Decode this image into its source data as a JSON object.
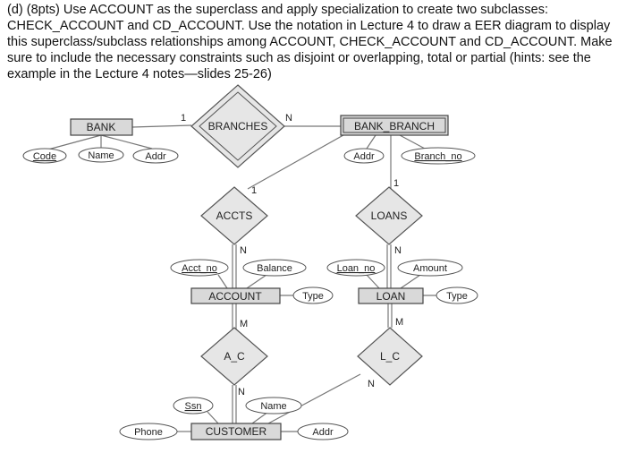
{
  "question": {
    "lines": [
      "(d) (8pts) Use ACCOUNT as the superclass and apply specialization to create two subclasses:",
      "CHECK_ACCOUNT  and CD_ACCOUNT. Use the notation in Lecture 4 to draw a EER diagram to display",
      "this superclass/subclass relationships among ACCOUNT, CHECK_ACCOUNT and CD_ACCOUNT. Make",
      "sure to include the necessary constraints such as disjoint or overlapping, total or partial (hints: see the",
      "example in the Lecture 4 notes—slides 25-26)"
    ]
  },
  "diagram": {
    "entities": {
      "bank": "BANK",
      "bank_branch": "BANK_BRANCH",
      "account": "ACCOUNT",
      "loan": "LOAN",
      "customer": "CUSTOMER"
    },
    "relationships": {
      "branches": "BRANCHES",
      "accts": "ACCTS",
      "loans": "LOANS",
      "a_c": "A_C",
      "l_c": "L_C"
    },
    "attributes": {
      "bank_code": "Code",
      "bank_name": "Name",
      "bank_addr": "Addr",
      "branch_addr": "Addr",
      "branch_no": "Branch_no",
      "acct_no": "Acct_no",
      "balance": "Balance",
      "account_type": "Type",
      "loan_no": "Loan_no",
      "amount": "Amount",
      "loan_type": "Type",
      "ssn": "Ssn",
      "customer_name": "Name",
      "phone": "Phone",
      "customer_addr": "Addr"
    },
    "cardinalities": {
      "bank_branches": "1",
      "branches_branch": "N",
      "branch_accts": "1",
      "accts_account": "N",
      "branch_loans": "1",
      "loans_loan": "N",
      "account_ac": "M",
      "ac_customer": "N",
      "loan_lc": "M",
      "lc_customer": "N"
    },
    "key_attributes": [
      "Code",
      "Branch_no",
      "Acct_no",
      "Loan_no",
      "Ssn"
    ]
  }
}
